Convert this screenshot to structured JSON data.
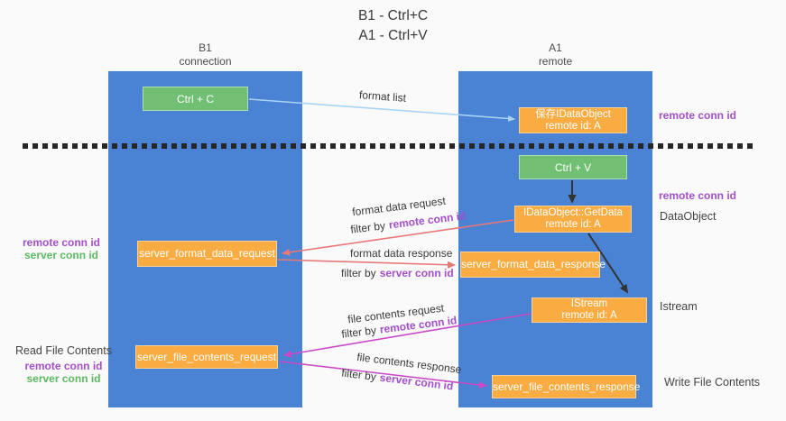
{
  "title": {
    "line1": "B1 - Ctrl+C",
    "line2": "A1 - Ctrl+V"
  },
  "columns": {
    "left": {
      "header_line1": "B1",
      "header_line2": "connection"
    },
    "right": {
      "header_line1": "A1",
      "header_line2": "remote"
    }
  },
  "boxes": {
    "ctrl_c": "Ctrl + C",
    "ctrl_v": "Ctrl + V",
    "save_idataobject": {
      "line1": "保存IDataObject",
      "line2": "remote id: A"
    },
    "getdata": {
      "line1": "IDataObject::GetData",
      "line2": "remote id: A"
    },
    "istream": {
      "line1": "IStream",
      "line2": "remote id: A"
    },
    "server_format_data_request": "server_format_data_request",
    "server_format_data_response": "server_format_data_response",
    "server_file_contents_request": "server_file_contents_request",
    "server_file_contents_response": "server_file_contents_response"
  },
  "arrow_labels": {
    "format_list": "format list",
    "format_data_request": "format data request",
    "format_data_response": "format data response",
    "file_contents_request": "file contents request",
    "file_contents_response": "file contents response",
    "filter_by": "filter by",
    "remote_conn_id": "remote conn id",
    "server_conn_id": "server conn id"
  },
  "side_labels": {
    "remote_conn_id_top_right": "remote conn id",
    "remote_conn_id_right": "remote conn id",
    "dataobject": "DataObject",
    "istream": "Istream",
    "write_file_contents": "Write File Contents",
    "left_remote_conn_id": "remote conn id",
    "left_server_conn_id": "server conn id",
    "read_file_contents": "Read File Contents",
    "left2_remote_conn_id": "remote conn id",
    "left2_server_conn_id": "server conn id"
  },
  "colors": {
    "column_blue": "#4a82d4",
    "box_orange": "#f9ac42",
    "box_green": "#71bf73",
    "arrow_lightblue": "#a9d3f5",
    "arrow_red": "#e87878",
    "arrow_magenta": "#c94ac6",
    "arrow_black": "#333333",
    "text_purple": "#a24fc8",
    "text_green": "#5cb860",
    "text_dark": "#3c3c3c",
    "background": "#fafafa"
  }
}
